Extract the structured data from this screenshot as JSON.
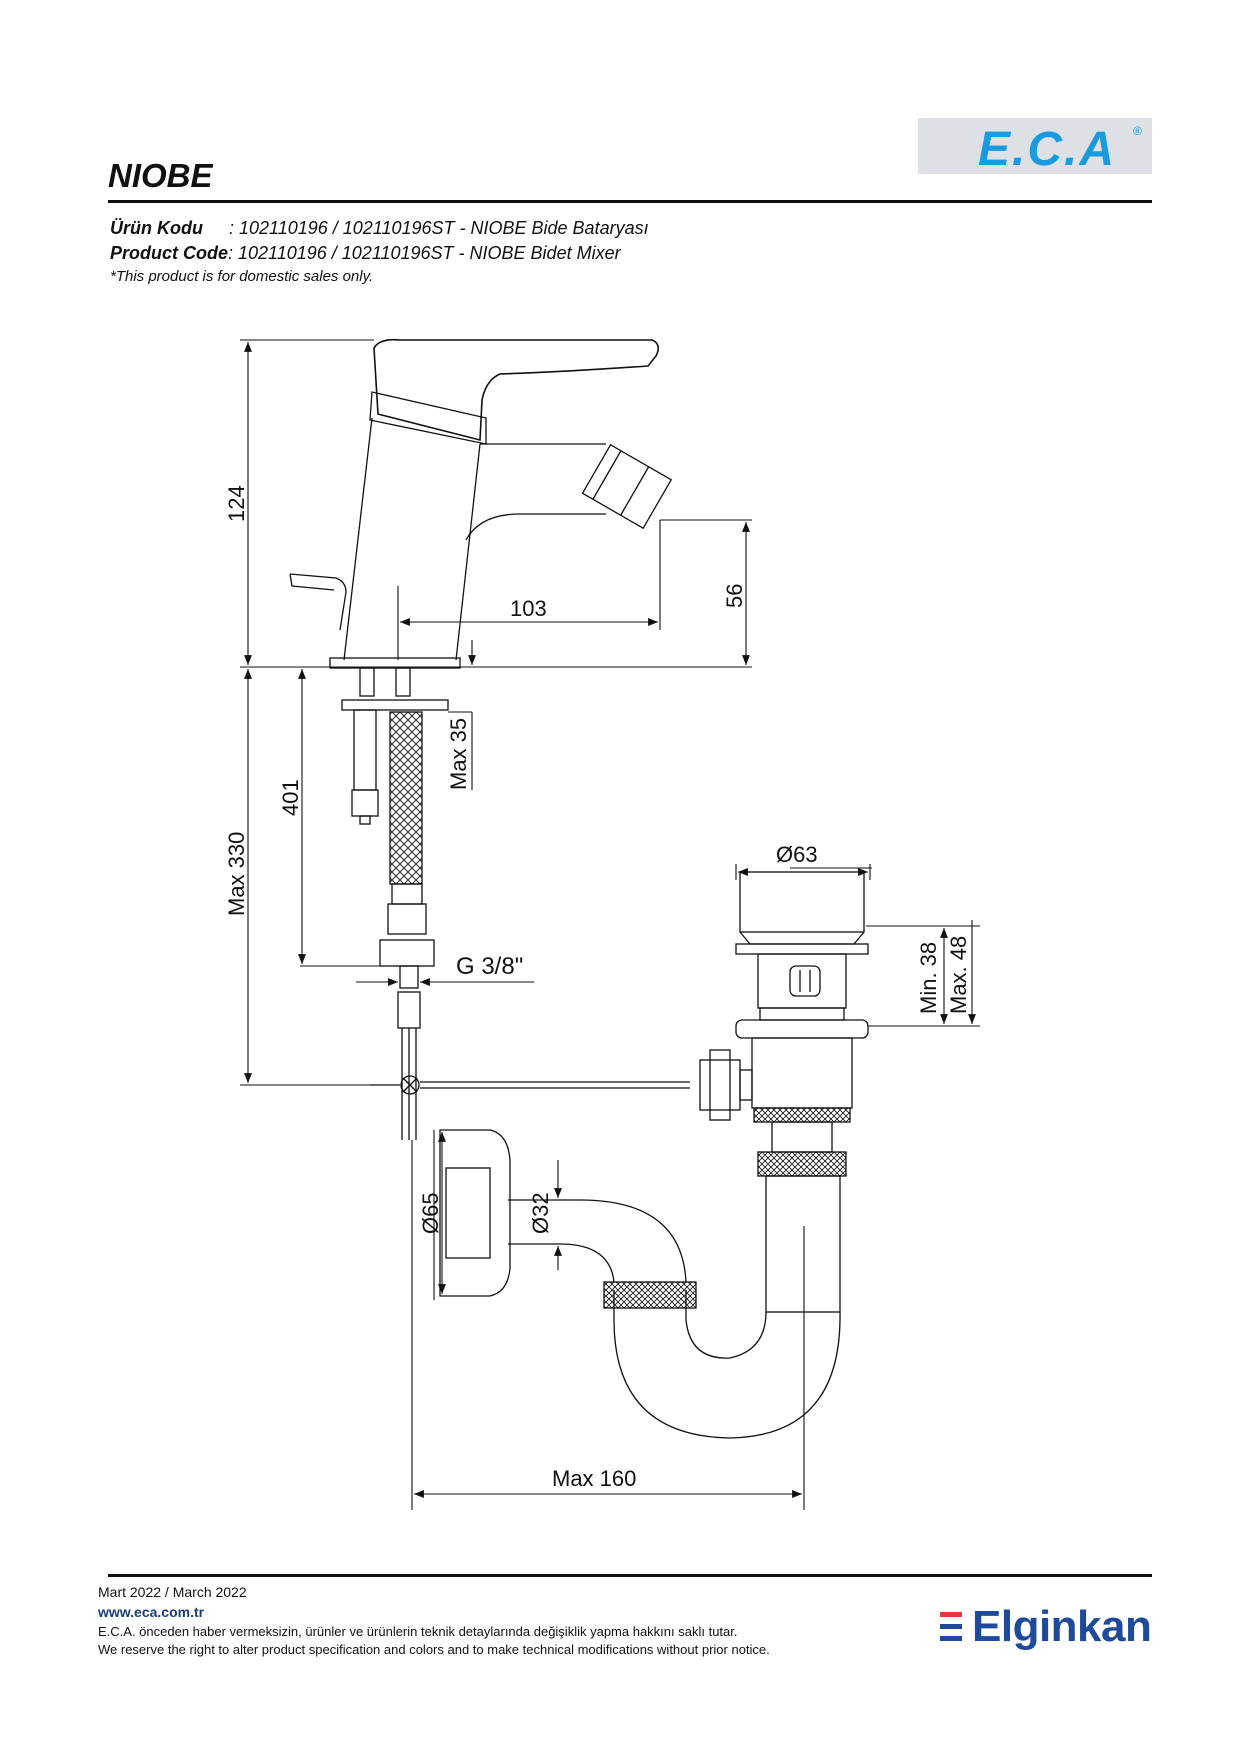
{
  "header": {
    "logo_text": "E.C.A",
    "logo_reg": "®",
    "title": "NIOBE"
  },
  "product": {
    "tr_label": "Ürün Kodu",
    "tr_value": ": 102110196 / 102110196ST - NIOBE Bide Bataryası",
    "en_label": "Product Code",
    "en_value": ": 102110196 / 102110196ST - NIOBE Bidet Mixer",
    "note": "*This product is for domestic sales only."
  },
  "dimensions": {
    "height_total": "124",
    "spout_reach": "103",
    "spout_height": "56",
    "max_35": "Max 35",
    "hose_401": "401",
    "max_330": "Max 330",
    "thread": "G 3/8\"",
    "waste_dia": "Ø63",
    "min_38": "Min. 38",
    "max_48": "Max. 48",
    "dia_65": "Ø65",
    "dia_32": "Ø32",
    "max_160": "Max 160"
  },
  "footer": {
    "date": "Mart 2022 / March 2022",
    "url": "www.eca.com.tr",
    "disclaimer_tr": "E.C.A. önceden haber vermeksizin, ürünler ve ürünlerin teknik detaylarında değişiklik yapma hakkını saklı tutar.",
    "disclaimer_en": "We reserve the right to alter product specification and colors and to make technical modifications without prior notice.",
    "brand": "Elginkan"
  },
  "colors": {
    "eca_blue": "#1a9be0",
    "elginkan_blue": "#1f4a9a",
    "elginkan_red": "#e03a3a"
  }
}
